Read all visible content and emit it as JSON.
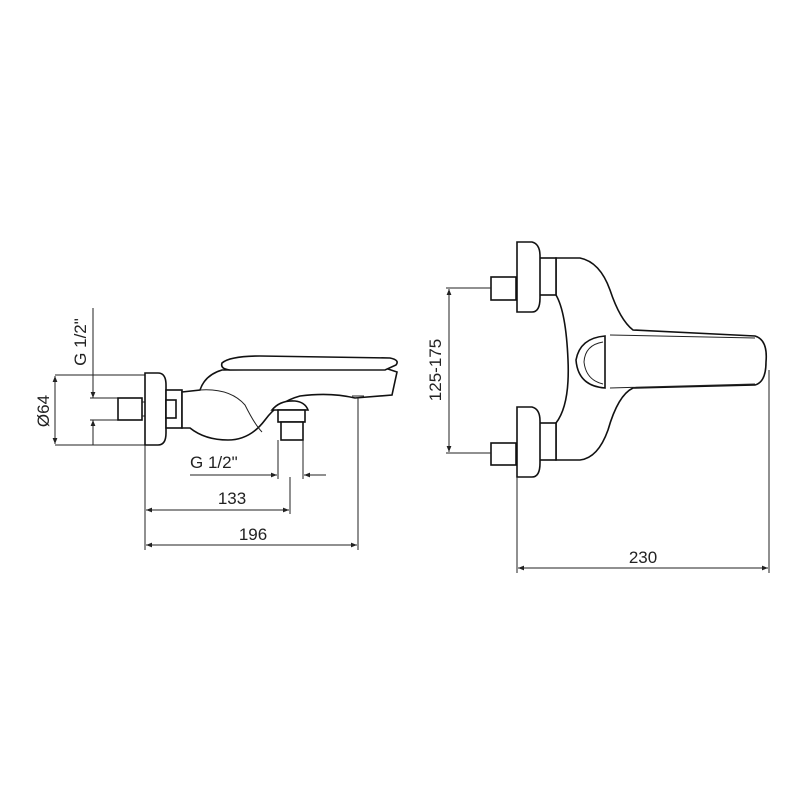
{
  "drawing": {
    "side_view": {
      "dim_diameter": "Ø64",
      "dim_wall_thread": "G 1/2\"",
      "dim_outlet_thread": "G 1/2\"",
      "dim_outlet_offset": "133",
      "dim_total_depth": "196"
    },
    "top_view": {
      "dim_inlet_spacing": "125-175",
      "dim_total_length": "230"
    },
    "colors": {
      "line": "#111111",
      "background": "#ffffff"
    }
  }
}
